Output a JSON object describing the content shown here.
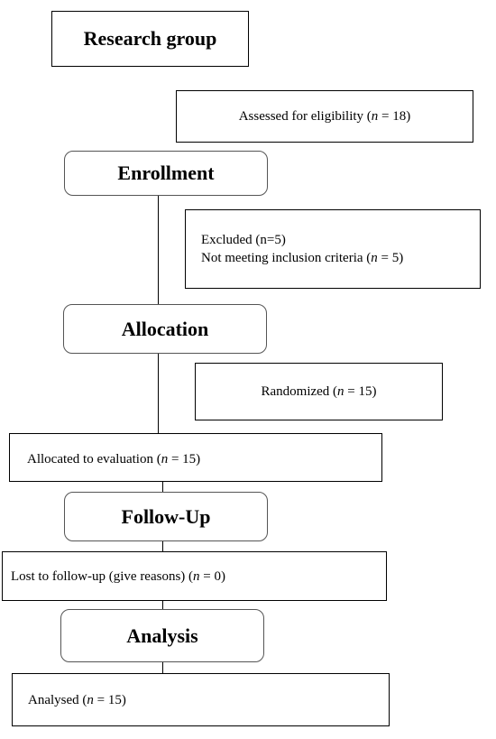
{
  "title": "Research group",
  "stages": {
    "enrollment": "Enrollment",
    "allocation": "Allocation",
    "follow_up": "Follow-Up",
    "analysis": "Analysis"
  },
  "boxes": {
    "assessed": {
      "text": "Assessed for eligibility (",
      "n": "n",
      "rest": " = 18)"
    },
    "excluded": {
      "line1": "Excluded (n=5)",
      "line2": "Not meeting inclusion criteria (",
      "n": "n",
      "rest": " = 5)"
    },
    "randomized": {
      "text": "Randomized (",
      "n": "n",
      "rest": " = 15)"
    },
    "allocated": {
      "text": "Allocated to evaluation (",
      "n": "n",
      "rest": " = 15)"
    },
    "lost": {
      "text": "Lost to follow-up (give reasons) (",
      "n": "n",
      "rest": " = 0)"
    },
    "analysed": {
      "text": "Analysed (",
      "n": "n",
      "rest": " = 15)"
    }
  }
}
